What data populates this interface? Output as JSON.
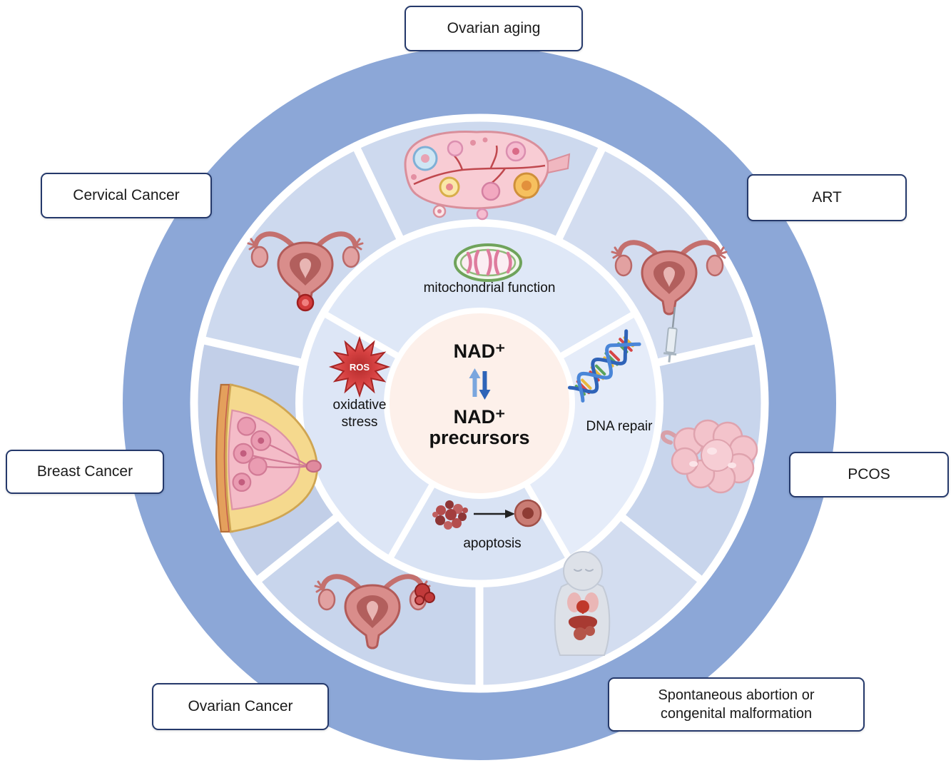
{
  "figure_type": "circular-summary-diagram",
  "colors": {
    "outer_ring_blue": "#8ca7d7",
    "segment_blue_light": "#cdd9ee",
    "segment_blue_alt": "#c3d1e9",
    "inner_segment_blue": "#dfe8f7",
    "center_circle_cream": "#fdf0ea",
    "label_border_navy": "#25396b",
    "ros_red": "#d84343",
    "arrow_blue_dark": "#2e64b8",
    "arrow_blue_light": "#7aa6de"
  },
  "outer_labels": {
    "ovarian_aging": "Ovarian aging",
    "cervical_cancer": "Cervical Cancer",
    "art": "ART",
    "breast_cancer": "Breast Cancer",
    "pcos": "PCOS",
    "ovarian_cancer": "Ovarian Cancer",
    "spontaneous_line1": "Spontaneous abortion or",
    "spontaneous_line2": "congenital malformation"
  },
  "mechanisms": {
    "mitochondrial": "mitochondrial function",
    "oxidative_line1": "oxidative",
    "oxidative_line2": "stress",
    "dna_repair": "DNA repair",
    "apoptosis": "apoptosis",
    "ros": "ROS"
  },
  "center": {
    "nad": "NAD⁺",
    "nad2": "NAD⁺",
    "precursors": "precursors"
  },
  "illustrations": {
    "ovary": "ovary-cross-section",
    "uterus_cervical": "uterus-with-cervical-lesion",
    "uterus_art": "uterus-with-syringe",
    "polycystic_ovary": "polycystic-ovary",
    "baby": "fetus-with-organs",
    "uterus_ovarian_cancer": "uterus-with-ovarian-tumor",
    "breast": "breast-cross-section",
    "mitochondrion": "mitochondrion",
    "ros_star": "ros-burst-star",
    "dna": "dna-double-helix",
    "apoptosis_cells": "apoptotic-cell-cluster"
  }
}
